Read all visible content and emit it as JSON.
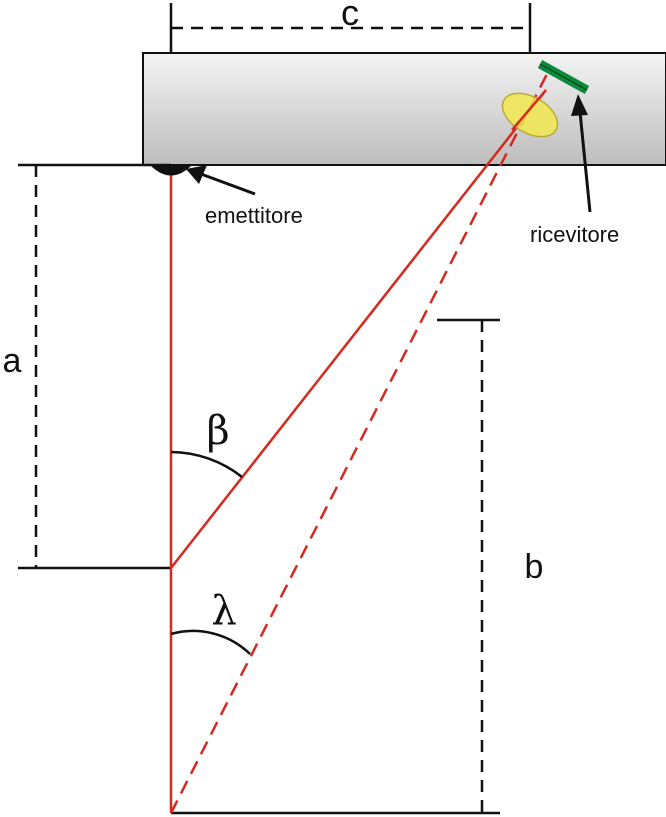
{
  "labels": {
    "c": "c",
    "a": "a",
    "b": "b",
    "emitter": "emettitore",
    "receiver": "ricevitore",
    "beta": "β",
    "lambda": "λ"
  },
  "colors": {
    "ray": "#d42a20",
    "line": "#111111",
    "body_gradient_top": "#f4f4f4",
    "body_gradient_bottom": "#bdbdbd",
    "lens_fill": "#f2e94e",
    "receiver": "#0c8a3c"
  },
  "icons": {
    "emitter": "emitter-dome-icon",
    "receiver": "receiver-sensor-icon",
    "lens": "lens-ellipse-icon",
    "arrow": "pointer-arrow-icon"
  }
}
